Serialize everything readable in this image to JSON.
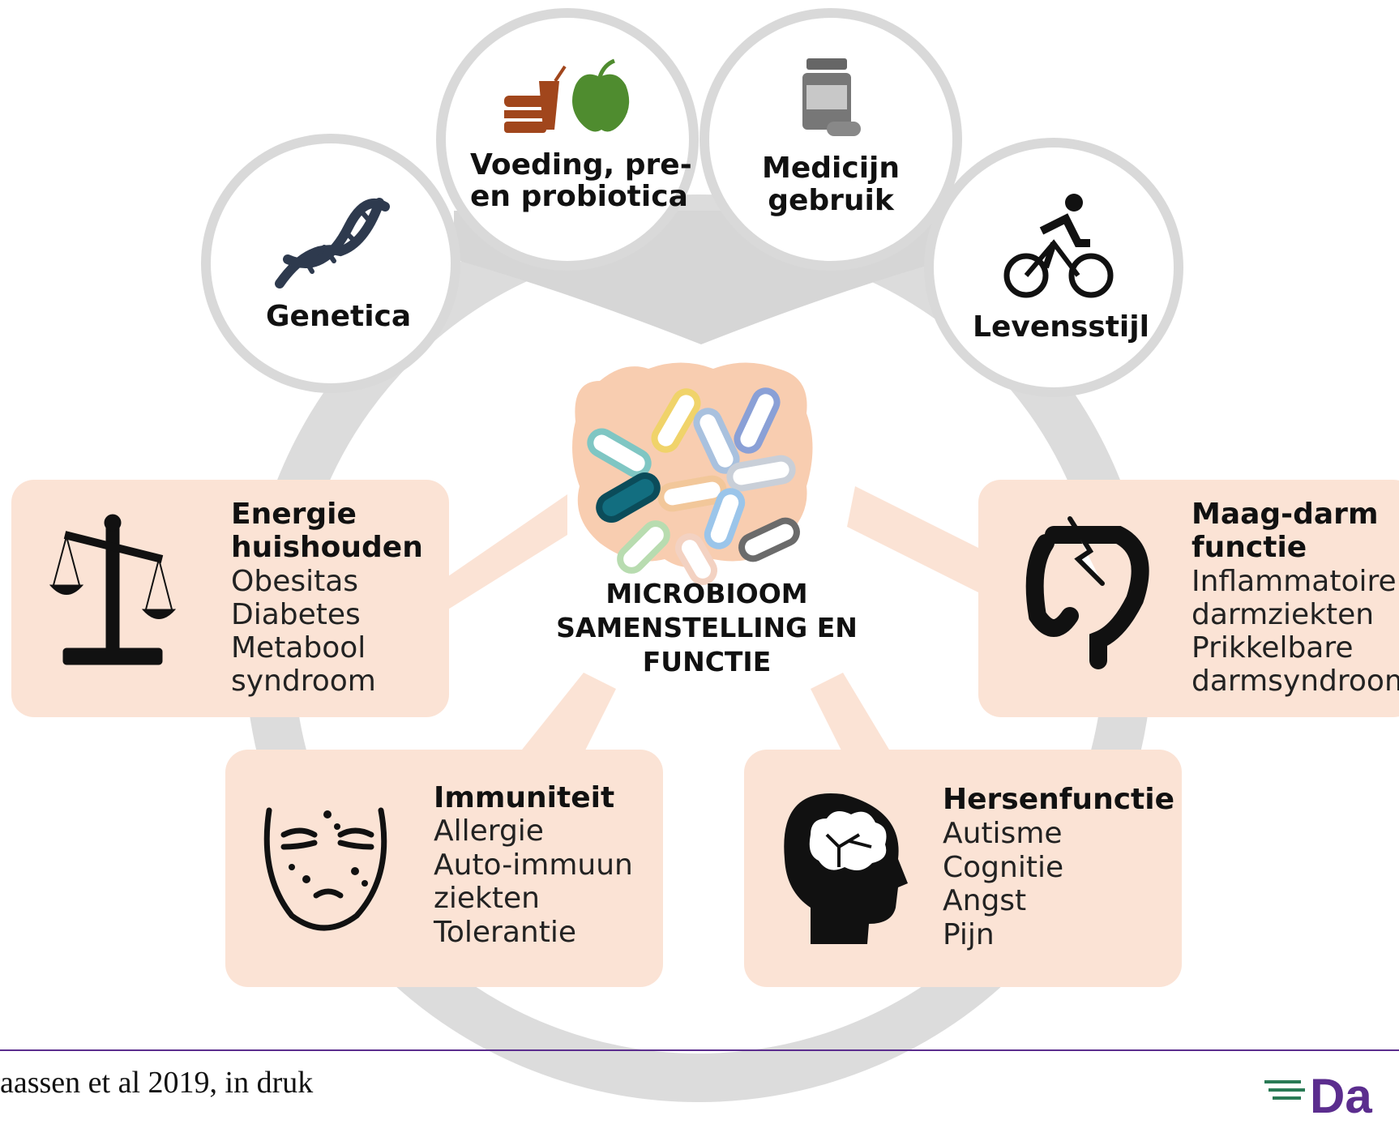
{
  "center": {
    "line1": "MICROBIOOM",
    "line2": "SAMENSTELLING EN",
    "line3": "FUNCTIE"
  },
  "factors": [
    {
      "label": "Genetica",
      "icon": "dna-icon"
    },
    {
      "label_line1": "Voeding, pre-",
      "label_line2": "en probiotica",
      "icon": "food-apple-icon"
    },
    {
      "label_line1": "Medicijn",
      "label_line2": "gebruik",
      "icon": "medicine-bottle-icon"
    },
    {
      "label": "Levensstijl",
      "icon": "cyclist-icon"
    }
  ],
  "effects": {
    "energy": {
      "title_line1": "Energie",
      "title_line2": "huishouden",
      "items": [
        "Obesitas",
        "Diabetes",
        "Metabool",
        "syndroom"
      ],
      "icon": "scale-icon"
    },
    "gut": {
      "title_line1": "Maag-darm",
      "title_line2": "functie",
      "items": [
        "Inflammatoire",
        "darmziekten",
        "Prikkelbare",
        "darmsyndroom"
      ],
      "icon": "intestine-pain-icon"
    },
    "immunity": {
      "title": "Immuniteit",
      "items": [
        "Allergie",
        "Auto-immuun",
        "ziekten",
        "Tolerantie"
      ],
      "icon": "face-rash-icon"
    },
    "brain": {
      "title": "Hersenfunctie",
      "items": [
        "Autisme",
        "Cognitie",
        "Angst",
        "Pijn"
      ],
      "icon": "head-brain-icon"
    }
  },
  "footer": {
    "citation": "aassen et al 2019, in druk",
    "logo_text": "Da"
  },
  "colors": {
    "ring": "#d9d9d9",
    "box": "#fbe3d5",
    "gut": "#f8cdb0",
    "logo": "#5b2d8e"
  }
}
